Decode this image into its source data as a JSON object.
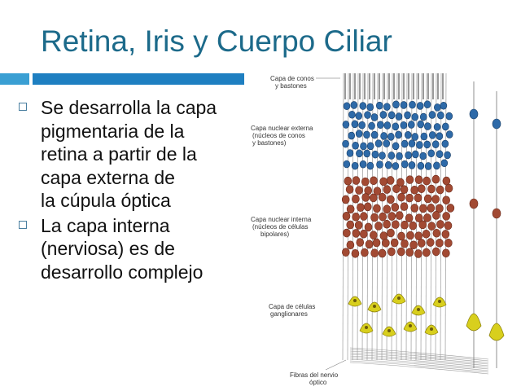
{
  "title": "Retina, Iris y Cuerpo Ciliar",
  "bullets": [
    {
      "lines": [
        "Se desarrolla la capa",
        "pigmentaria de la",
        "retina a partir de la",
        "capa externa de",
        "la cúpula óptica"
      ]
    },
    {
      "lines": [
        "La capa interna",
        "(nerviosa) es de",
        "desarrollo complejo"
      ]
    }
  ],
  "diagram": {
    "labels": [
      {
        "lines": [
          "Capa de conos",
          "y bastones"
        ]
      },
      {
        "lines": [
          "Capa nuclear externa",
          "(núcleos de conos",
          "y bastones)"
        ]
      },
      {
        "lines": [
          "Capa nuclear interna",
          "(núcleos de células",
          "bipolares)"
        ]
      },
      {
        "lines": [
          "Capa de células",
          "ganglionares"
        ]
      },
      {
        "lines": [
          "Fibras del nervio",
          "óptico"
        ]
      }
    ]
  },
  "colors": {
    "title": "#1c6a8a",
    "accent_bar": "#1e7fc1",
    "accent_bar_light": "#3a9fd3",
    "blue_nuclei": "#2e6aa8",
    "red_nuclei": "#a24a33",
    "yellow_cells": "#d8cf1d"
  }
}
